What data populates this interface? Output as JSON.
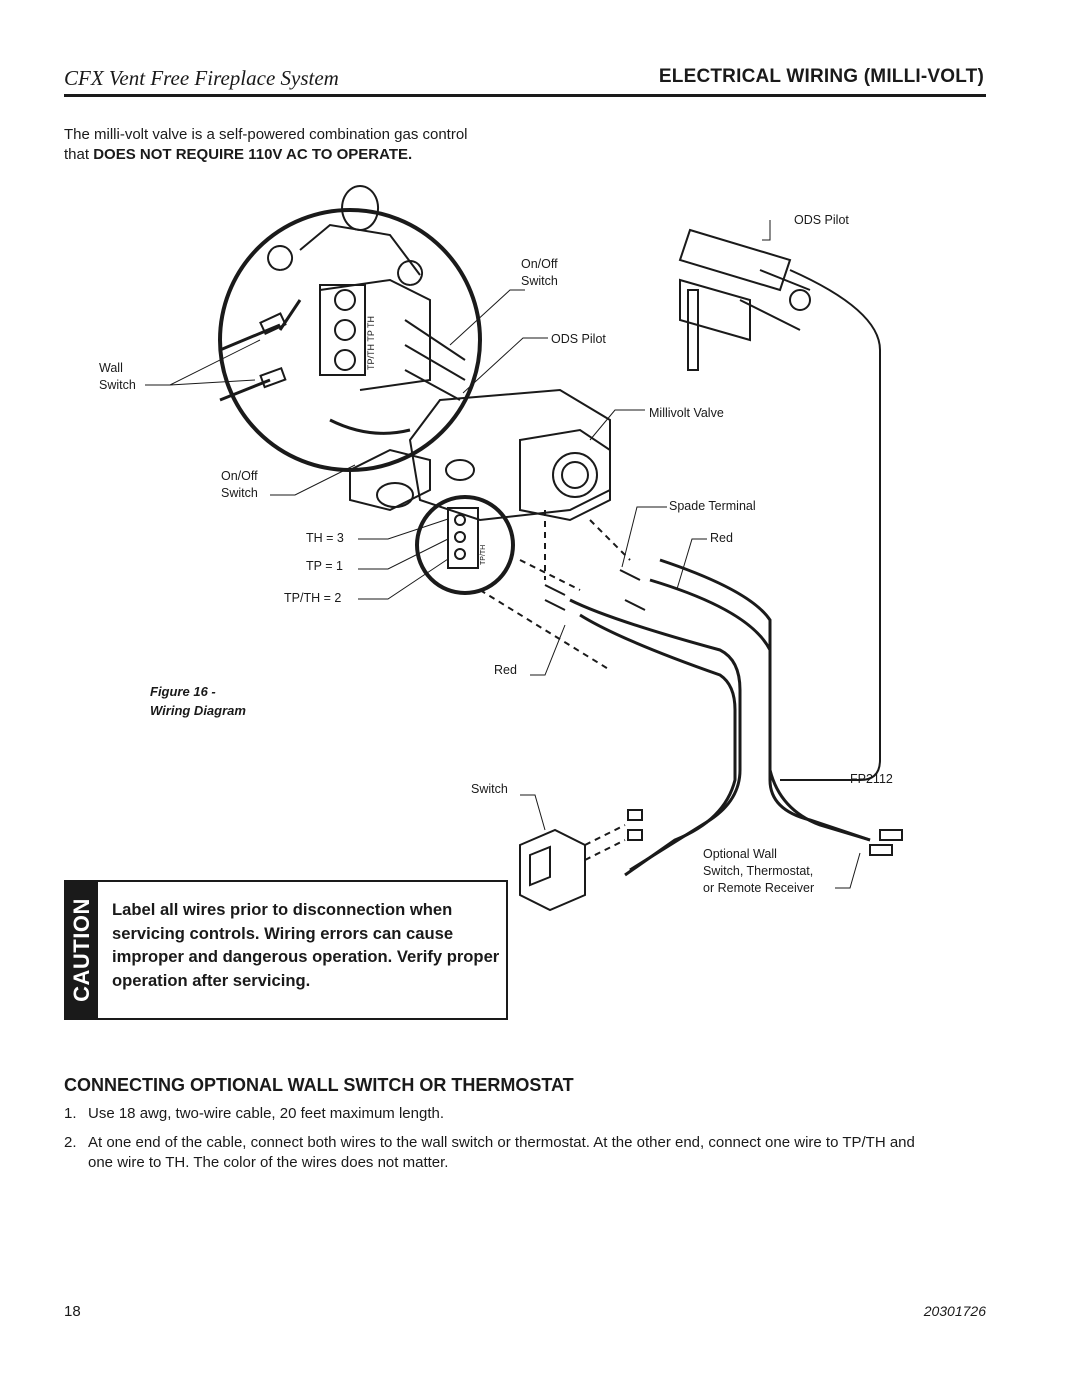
{
  "header": {
    "title_left": "CFX Vent Free Fireplace System",
    "title_right": "ELECTRICAL WIRING (MILLI-VOLT)"
  },
  "intro": {
    "line1": "The milli-volt valve is a self-powered combination gas control",
    "line2_prefix": "that",
    "line2_bold": "DOES NOT REQUIRE 110V AC TO OPERATE."
  },
  "diagram": {
    "labels": {
      "ods_pilot_top": "ODS Pilot",
      "on_off_switch_top_1": "On/Off",
      "on_off_switch_top_2": "Switch",
      "ods_pilot_mid": "ODS Pilot",
      "wall_switch_1": "Wall",
      "wall_switch_2": "Switch",
      "millivolt_valve": "Millivolt Valve",
      "on_off_switch_mid_1": "On/Off",
      "on_off_switch_mid_2": "Switch",
      "spade_terminal": "Spade Terminal",
      "red_right": "Red",
      "th_3": "TH = 3",
      "tp_1": "TP = 1",
      "tp_th_2": "TP/TH = 2",
      "red_bottom": "Red",
      "switch": "Switch",
      "fp_code": "FP2112",
      "optional_1": "Optional Wall",
      "optional_2": "Switch, Thermostat,",
      "optional_3": "or Remote Receiver",
      "term_tp": "TP",
      "term_th": "TH",
      "term_tpth": "TP/TH"
    },
    "caption_line1": "Figure 16 -",
    "caption_line2": "Wiring Diagram"
  },
  "caution": {
    "word": "CAUTION",
    "text": "Label all wires prior to disconnection when servicing controls. Wiring errors can cause improper and dangerous operation. Verify proper operation after servicing."
  },
  "section": {
    "title": "CONNECTING OPTIONAL WALL SWITCH OR THERMOSTAT",
    "steps": [
      {
        "num": "1.",
        "text": "Use 18 awg, two-wire cable, 20 feet maximum length."
      },
      {
        "num": "2.",
        "text": "At one end of the cable, connect both wires to the wall switch or thermostat. At the other end, connect one wire to TP/TH and one wire to TH. The color of the wires does not matter."
      }
    ]
  },
  "footer": {
    "page_number": "18",
    "doc_number": "20301726"
  }
}
